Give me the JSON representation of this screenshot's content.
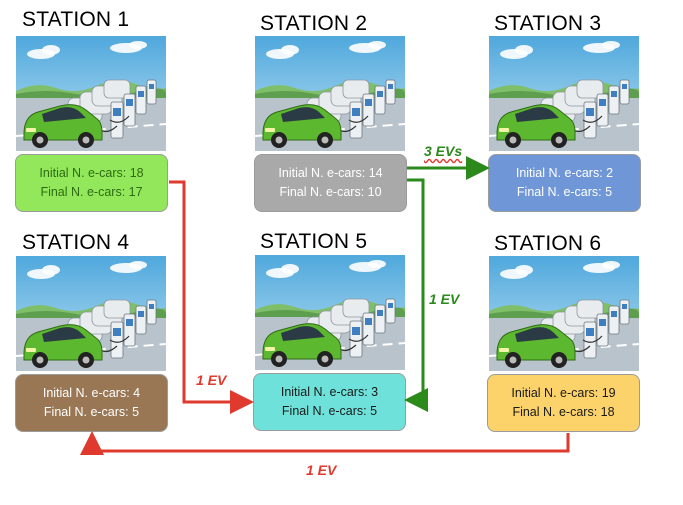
{
  "stations": [
    {
      "title": "STATION 1",
      "initial": "Initial N. e-cars: 18",
      "final": "Final N. e-cars: 17",
      "box_color": "#92e85a",
      "text_color": "#2e6b12"
    },
    {
      "title": "STATION 2",
      "initial": "Initial N. e-cars: 14",
      "final": "Final N. e-cars: 10",
      "box_color": "#a9a9a9",
      "text_color": "#ffffff"
    },
    {
      "title": "STATION 3",
      "initial": "Initial N. e-cars: 2",
      "final": "Final N. e-cars: 5",
      "box_color": "#6f96d6",
      "text_color": "#ffffff"
    },
    {
      "title": "STATION 4",
      "initial": "Initial N. e-cars: 4",
      "final": "Final N. e-cars: 5",
      "box_color": "#9a7754",
      "text_color": "#ffffff"
    },
    {
      "title": "STATION 5",
      "initial": "Initial N. e-cars: 3",
      "final": "Final N. e-cars: 5",
      "box_color": "#6ee2da",
      "text_color": "#1a1a1a"
    },
    {
      "title": "STATION 6",
      "initial": "Initial N. e-cars: 19",
      "final": "Final N. e-cars: 18",
      "box_color": "#fcd26b",
      "text_color": "#1a1a1a"
    }
  ],
  "flows": [
    {
      "label": "3 EVs",
      "from": "STATION 2",
      "to": "STATION 3",
      "color": "#2c8a1d"
    },
    {
      "label": "1 EV",
      "from": "STATION 2",
      "to": "STATION 5",
      "color": "#2c8a1d"
    },
    {
      "label": "1 EV",
      "from": "STATION 1",
      "to": "STATION 5",
      "color": "#e03a2e"
    },
    {
      "label": "1 EV",
      "from": "STATION 6",
      "to": "STATION 4",
      "color": "#e03a2e"
    }
  ],
  "icons": {
    "scene": "ev-charging-station-illustration"
  }
}
